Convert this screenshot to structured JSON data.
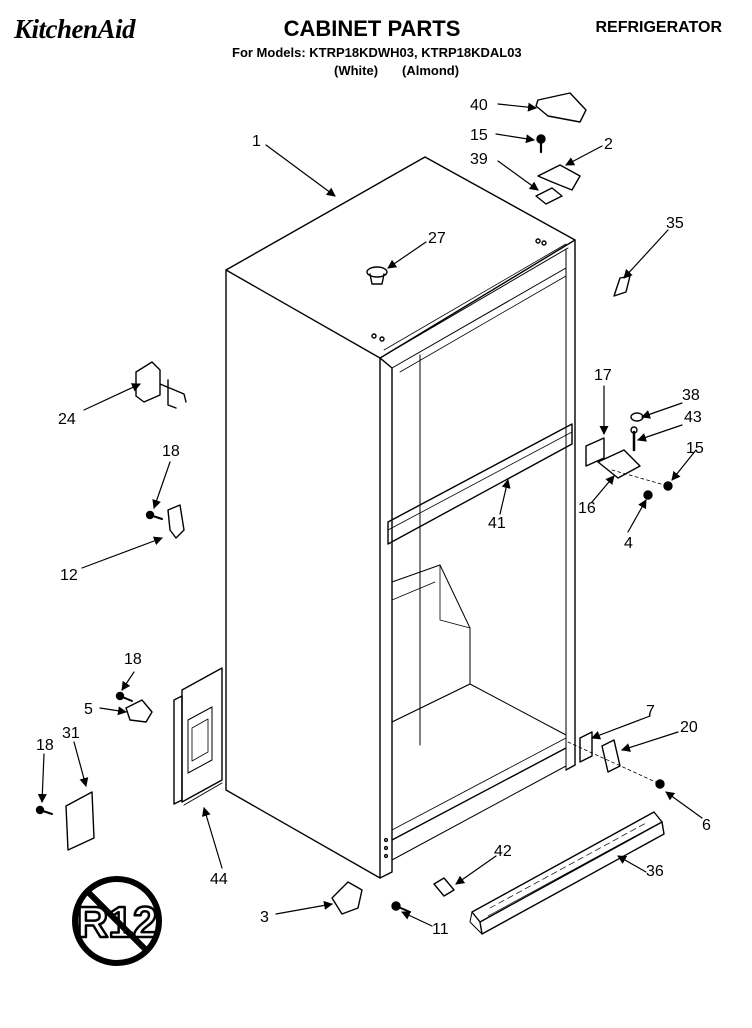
{
  "header": {
    "brand": "KitchenAid",
    "title": "CABINET PARTS",
    "category": "REFRIGERATOR",
    "models_line": "For Models: KTRP18KDWH03, KTRP18KDAL03",
    "variant_white": "(White)",
    "variant_almond": "(Almond)"
  },
  "callouts": {
    "c1": "1",
    "c2": "2",
    "c3": "3",
    "c4": "4",
    "c5": "5",
    "c6": "6",
    "c7": "7",
    "c11": "11",
    "c12": "12",
    "c15a": "15",
    "c15b": "15",
    "c16": "16",
    "c17": "17",
    "c18a": "18",
    "c18b": "18",
    "c18c": "18",
    "c20": "20",
    "c24": "24",
    "c27": "27",
    "c31": "31",
    "c35": "35",
    "c36": "36",
    "c38": "38",
    "c39": "39",
    "c40": "40",
    "c41": "41",
    "c42": "42",
    "c43": "43",
    "c44": "44"
  },
  "emblem": {
    "text": "R12"
  },
  "colors": {
    "line": "#000000",
    "background": "#ffffff"
  }
}
